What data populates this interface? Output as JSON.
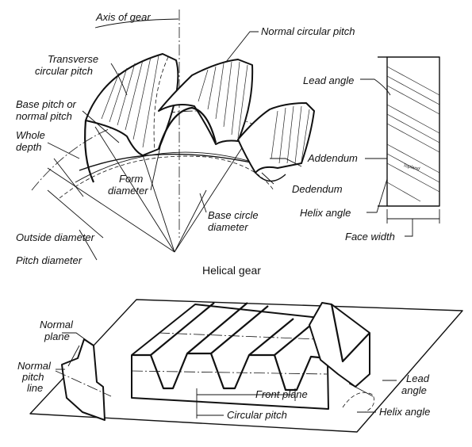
{
  "top_labels": {
    "axis_of_gear": "Axis of gear",
    "normal_circular_pitch": "Normal circular pitch",
    "transverse_circular_pitch_1": "Transverse",
    "transverse_circular_pitch_2": "circular pitch",
    "base_pitch_1": "Base pitch or",
    "base_pitch_2": "normal pitch",
    "whole_depth_1": "Whole",
    "whole_depth_2": "depth",
    "form_diameter_1": "Form",
    "form_diameter_2": "diameter",
    "base_circle_diameter_1": "Base circle",
    "base_circle_diameter_2": "diameter",
    "outside_diameter": "Outside diameter",
    "pitch_diameter": "Pitch diameter",
    "lead_angle": "Lead angle",
    "addendum": "Addendum",
    "dedendum": "Dedendum",
    "helix_angle": "Helix angle",
    "face_width": "Face width",
    "topland": "Topland",
    "caption": "Helical gear"
  },
  "bottom_labels": {
    "normal_plane_1": "Normal",
    "normal_plane_2": "plane",
    "normal_pitch_line_1": "Normal",
    "normal_pitch_line_2": "pitch",
    "normal_pitch_line_3": "line",
    "front_plane": "Front plane",
    "circular_pitch": "Circular pitch",
    "lead_angle_1": "Lead",
    "lead_angle_2": "angle",
    "helix_angle": "Helix angle"
  }
}
